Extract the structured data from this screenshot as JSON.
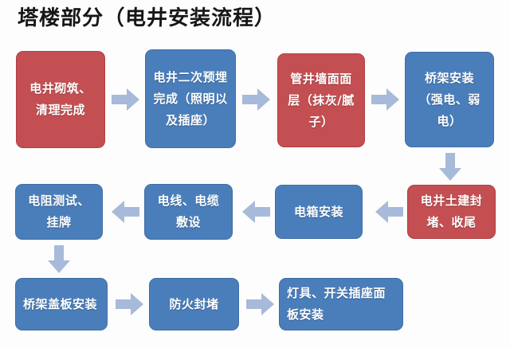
{
  "title": "塔楼部分（电井安装流程）",
  "palette": {
    "blue": "#4a7ebb",
    "red": "#c44f52",
    "arrow": "#a8bad9",
    "background": "#fdfdfd",
    "text": "#ffffff"
  },
  "diagram": {
    "type": "flowchart",
    "rows": 3,
    "nodes": [
      {
        "id": "n1",
        "label": "电井砌筑、清理完成",
        "color": "red",
        "row": 1,
        "col": 1
      },
      {
        "id": "n2",
        "label": "电井二次预埋完成（照明以及插座）",
        "color": "blue",
        "row": 1,
        "col": 2
      },
      {
        "id": "n3",
        "label": "管井墙面面层（抹灰/腻子）",
        "color": "red",
        "row": 1,
        "col": 3
      },
      {
        "id": "n4",
        "label": "桥架安装（强电、弱电）",
        "color": "blue",
        "row": 1,
        "col": 4
      },
      {
        "id": "n5",
        "label": "电井土建封堵、收尾",
        "color": "red",
        "row": 2,
        "col": 4
      },
      {
        "id": "n6",
        "label": "电箱安装",
        "color": "blue",
        "row": 2,
        "col": 3
      },
      {
        "id": "n7",
        "label": "电线、电缆敷设",
        "color": "blue",
        "row": 2,
        "col": 2
      },
      {
        "id": "n8",
        "label": "电阻测试、挂牌",
        "color": "blue",
        "row": 2,
        "col": 1
      },
      {
        "id": "n9",
        "label": "桥架盖板安装",
        "color": "blue",
        "row": 3,
        "col": 1
      },
      {
        "id": "n10",
        "label": "防火封堵",
        "color": "blue",
        "row": 3,
        "col": 2
      },
      {
        "id": "n11",
        "label": "灯具、开关插座面板安装",
        "color": "blue",
        "row": 3,
        "col": 3
      }
    ],
    "edges": [
      {
        "from": "n1",
        "to": "n2",
        "direction": "right"
      },
      {
        "from": "n2",
        "to": "n3",
        "direction": "right"
      },
      {
        "from": "n3",
        "to": "n4",
        "direction": "right"
      },
      {
        "from": "n4",
        "to": "n5",
        "direction": "down"
      },
      {
        "from": "n5",
        "to": "n6",
        "direction": "left"
      },
      {
        "from": "n6",
        "to": "n7",
        "direction": "left"
      },
      {
        "from": "n7",
        "to": "n8",
        "direction": "left"
      },
      {
        "from": "n8",
        "to": "n9",
        "direction": "down"
      },
      {
        "from": "n9",
        "to": "n10",
        "direction": "right"
      },
      {
        "from": "n10",
        "to": "n11",
        "direction": "right"
      }
    ]
  }
}
